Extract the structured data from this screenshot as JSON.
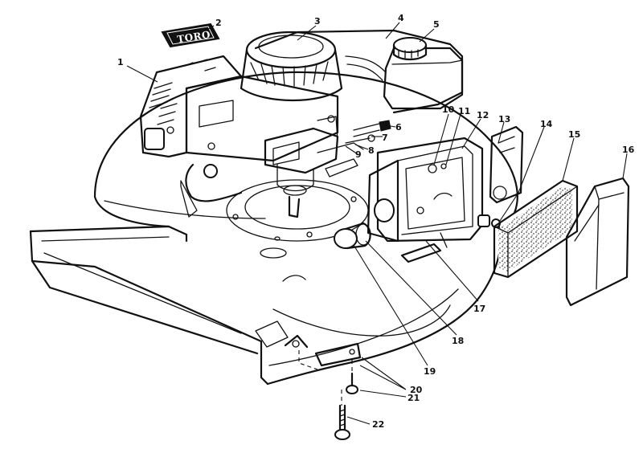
{
  "diagram": {
    "brand_logo_text": "TORO",
    "callouts": [
      "1",
      "2",
      "3",
      "4",
      "5",
      "6",
      "7",
      "8",
      "9",
      "10",
      "11",
      "12",
      "13",
      "14",
      "15",
      "16",
      "17",
      "18",
      "19",
      "20",
      "21",
      "22"
    ]
  },
  "colors": {
    "ink": "#111111",
    "paper": "#ffffff"
  }
}
